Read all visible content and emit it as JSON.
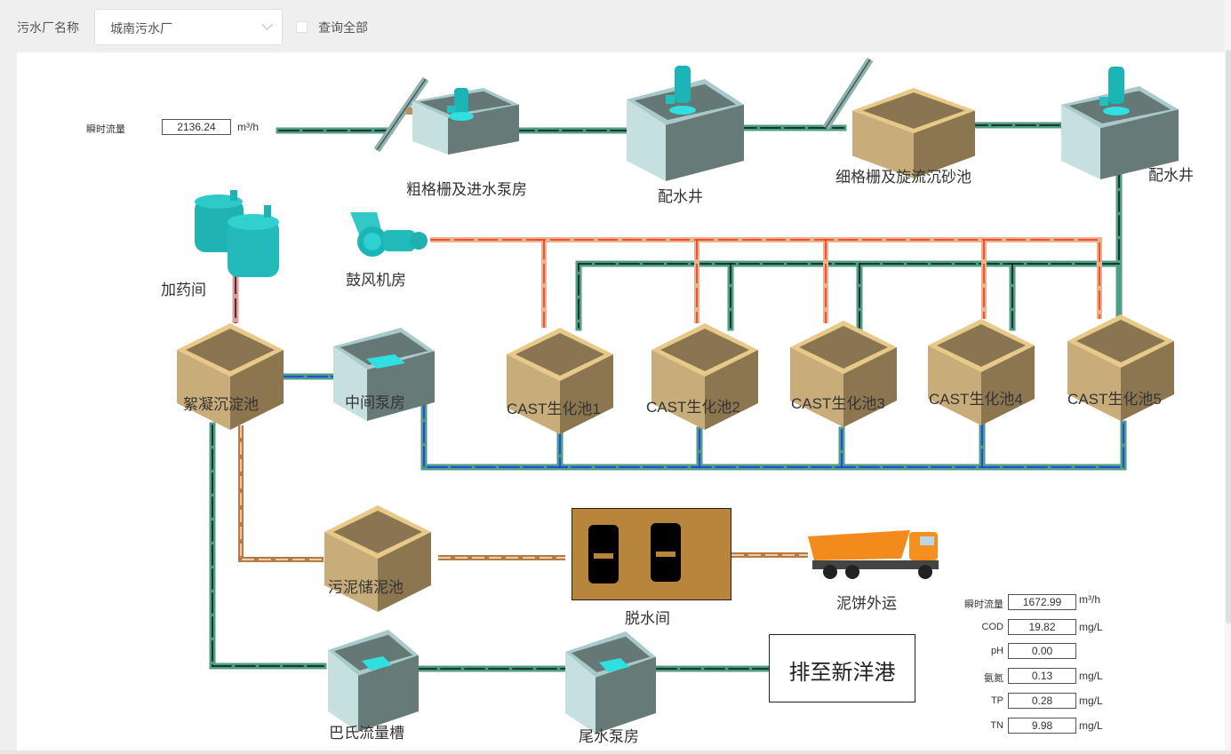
{
  "toolbar": {
    "plant_label": "污水厂名称",
    "plant_selected": "城南污水厂",
    "query_all_label": "查询全部",
    "query_all_checked": false
  },
  "inflow_meter": {
    "label": "瞬时流量",
    "value": "2136.24",
    "unit": "m³/h"
  },
  "units": {
    "coarse_screen": "粗格栅及进水泵房",
    "distribution_well_1": "配水井",
    "fine_screen": "细格栅及旋流沉砂池",
    "distribution_well_2": "配水井",
    "dosing_room": "加药间",
    "blower_room": "鼓风机房",
    "flocculation_tank": "絮凝沉淀池",
    "intermediate_pump": "中间泵房",
    "cast_1": "CAST生化池1",
    "cast_2": "CAST生化池2",
    "cast_3": "CAST生化池3",
    "cast_4": "CAST生化池4",
    "cast_5": "CAST生化池5",
    "sludge_tank": "污泥储泥池",
    "dewatering_room": "脱水间",
    "sludge_transport": "泥饼外运",
    "parshall_flume": "巴氏流量槽",
    "effluent_pump": "尾水泵房",
    "outlet": "排至新洋港"
  },
  "effluent_meters": [
    {
      "name": "瞬时流量",
      "value": "1672.99",
      "unit": "m³/h"
    },
    {
      "name": "COD",
      "value": "19.82",
      "unit": "mg/L"
    },
    {
      "name": "pH",
      "value": "0.00",
      "unit": ""
    },
    {
      "name": "氨氮",
      "value": "0.13",
      "unit": "mg/L"
    },
    {
      "name": "TP",
      "value": "0.28",
      "unit": "mg/L"
    },
    {
      "name": "TN",
      "value": "9.98",
      "unit": "mg/L"
    }
  ],
  "colors": {
    "water_pipe": "#4e9e86",
    "air_pipe": "#e8b48c",
    "air_dash": "#ff2a1a",
    "sludge_pipe": "#b87a3e",
    "return_dash": "#1a2cff",
    "tank_sand": "#c8ad7a",
    "tank_concrete": "#c6e0e0",
    "equipment_teal": "#1bb5b5"
  }
}
